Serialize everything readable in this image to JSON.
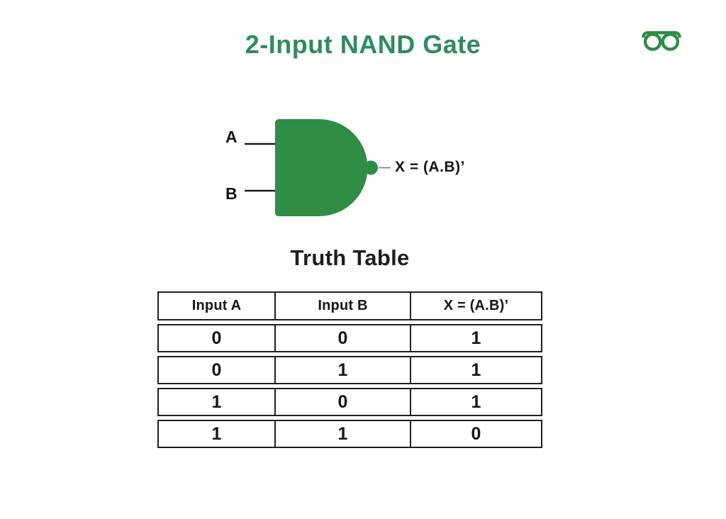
{
  "page": {
    "title": "2-Input NAND Gate"
  },
  "logo": {
    "name": "geeksforgeeks-logo",
    "color": "#2f8d46"
  },
  "diagram": {
    "input_a_label": "A",
    "input_b_label": "B",
    "output_label": "X = (A.B)’",
    "gate_color": "#2f8d46",
    "wire_color": "#1a1a1a",
    "output_stub_color": "#909090"
  },
  "truth_table": {
    "heading": "Truth Table",
    "columns": [
      "Input A",
      "Input B",
      "X = (A.B)’"
    ],
    "rows": [
      [
        "0",
        "0",
        "1"
      ],
      [
        "0",
        "1",
        "1"
      ],
      [
        "1",
        "0",
        "1"
      ],
      [
        "1",
        "1",
        "0"
      ]
    ],
    "border_color": "#1f1f1f"
  },
  "colors": {
    "title_green": "#2e8d5c",
    "background": "#ffffff",
    "text_dark": "#161616"
  }
}
